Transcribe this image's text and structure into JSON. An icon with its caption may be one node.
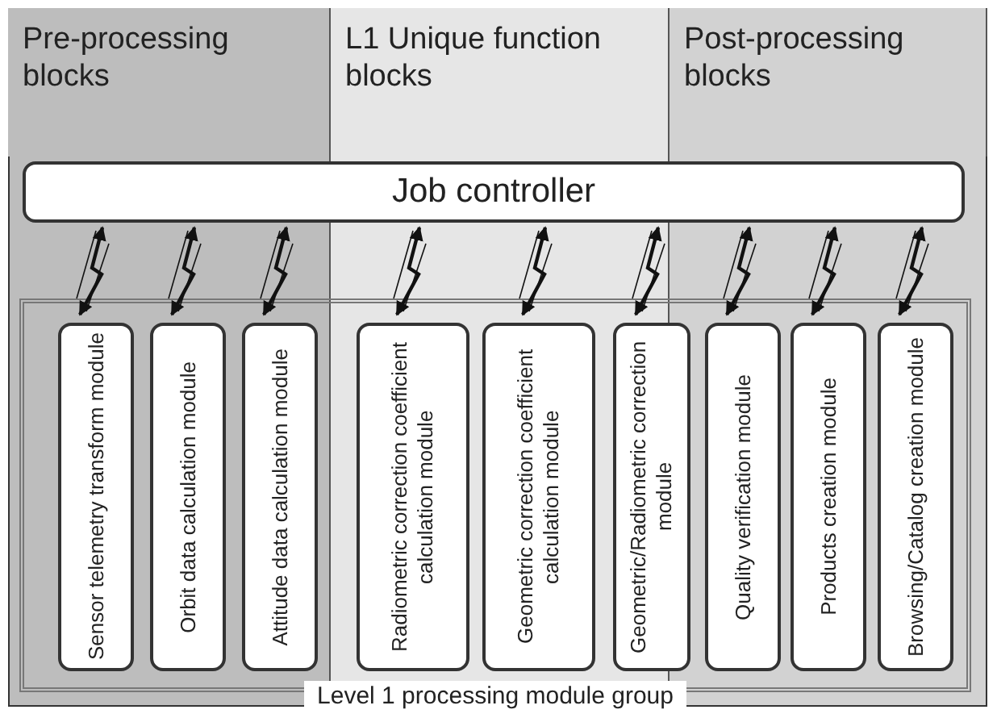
{
  "diagram": {
    "nodes": [
      {
        "text": [
          "Pre-processing blocks"
        ]
      },
      {
        "text": [
          "L1 Unique function blocks"
        ]
      },
      {
        "text": [
          "Post-processing blocks"
        ]
      },
      {
        "text": [
          "Job controller"
        ]
      },
      {
        "text": [
          "Level 1 processing module group"
        ]
      },
      {
        "text": [
          "Sensor telemetry transform module"
        ],
        "in": 4
      },
      {
        "text": [
          "Orbit data calculation module"
        ],
        "in": 4
      },
      {
        "text": [
          "Attitude data calculation module"
        ],
        "in": 4
      },
      {
        "text": [
          "Radiometric correction coefficient calculation module"
        ],
        "in": 4
      },
      {
        "text": [
          "Geometric correction coefficient calculation module"
        ],
        "in": 4
      },
      {
        "text": [
          "Geometric/Radiometric correction module"
        ],
        "in": 4
      },
      {
        "text": [
          "Quality verification module"
        ],
        "in": 4
      },
      {
        "text": [
          "Products creation module"
        ],
        "in": 4
      },
      {
        "text": [
          "Browsing/Catalog creation module"
        ],
        "in": 4
      }
    ],
    "edges": [
      {
        "from": 3,
        "to": 5,
        "arrow": "both"
      },
      {
        "from": 3,
        "to": 6,
        "arrow": "both"
      },
      {
        "from": 3,
        "to": 7,
        "arrow": "both"
      },
      {
        "from": 3,
        "to": 8,
        "arrow": "both"
      },
      {
        "from": 3,
        "to": 9,
        "arrow": "both"
      },
      {
        "from": 3,
        "to": 10,
        "arrow": "both"
      },
      {
        "from": 3,
        "to": 11,
        "arrow": "both"
      },
      {
        "from": 3,
        "to": 12,
        "arrow": "both"
      },
      {
        "from": 3,
        "to": 13,
        "arrow": "both"
      }
    ]
  }
}
